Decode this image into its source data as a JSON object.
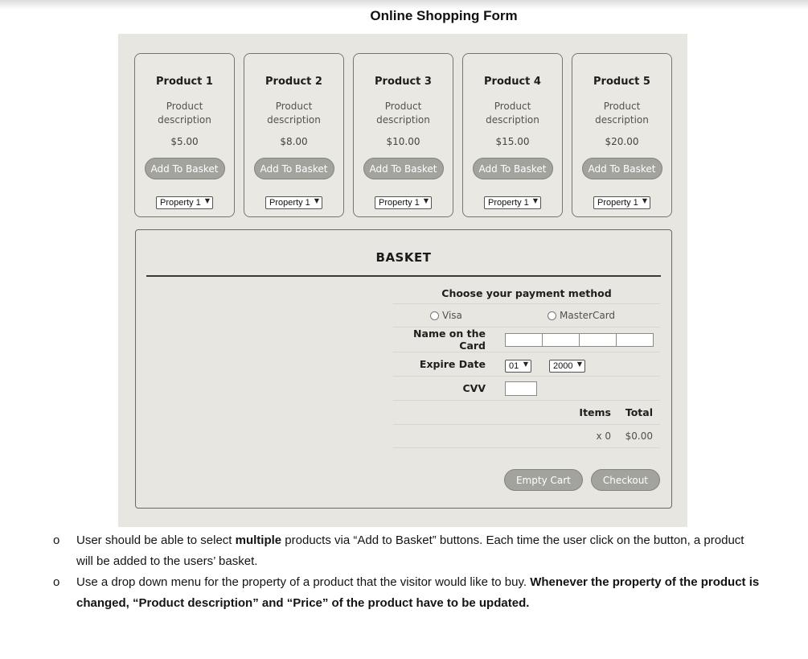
{
  "page": {
    "title": "Online Shopping Form"
  },
  "products": [
    {
      "name": "Product 1",
      "description": "Product description",
      "price": "$5.00",
      "add_label": "Add To Basket",
      "property": "Property 1"
    },
    {
      "name": "Product 2",
      "description": "Product description",
      "price": "$8.00",
      "add_label": "Add To Basket",
      "property": "Property 1"
    },
    {
      "name": "Product 3",
      "description": "Product description",
      "price": "$10.00",
      "add_label": "Add To Basket",
      "property": "Property 1"
    },
    {
      "name": "Product 4",
      "description": "Product description",
      "price": "$15.00",
      "add_label": "Add To Basket",
      "property": "Property 1"
    },
    {
      "name": "Product 5",
      "description": "Product description",
      "price": "$20.00",
      "add_label": "Add To Basket",
      "property": "Property 1"
    }
  ],
  "basket": {
    "title": "BASKET",
    "payment_heading": "Choose your payment method",
    "payment_options": [
      "Visa",
      "MasterCard"
    ],
    "name_label": "Name on the Card",
    "expire_label": "Expire Date",
    "expire_month": "01",
    "expire_year": "2000",
    "cvv_label": "CVV",
    "items_label": "Items",
    "total_label": "Total",
    "items_value": "x 0",
    "total_value": "$0.00",
    "empty_label": "Empty Cart",
    "checkout_label": "Checkout"
  },
  "notes": [
    {
      "pre": "User should be able to select ",
      "bold": "multiple",
      "post": " products via “Add to Basket” buttons. Each time the user click on the button, a product will be added to the users’ basket."
    },
    {
      "pre": "Use a drop down menu for the property of a product that the visitor would like to buy. ",
      "bold": "Whenever the property of the product is changed, “Product description” and “Price” of the product have to be updated.",
      "post": ""
    }
  ],
  "colors": {
    "panel_bg": "#e8e6e0",
    "card_bg": "#eae8e2",
    "button_gray": "#a3a39e",
    "button_text": "#ffffff",
    "separator": "#d8d7cf",
    "dark_rule": "#393936",
    "text_dark": "#1e1e1c",
    "text_muted": "#55534e"
  }
}
